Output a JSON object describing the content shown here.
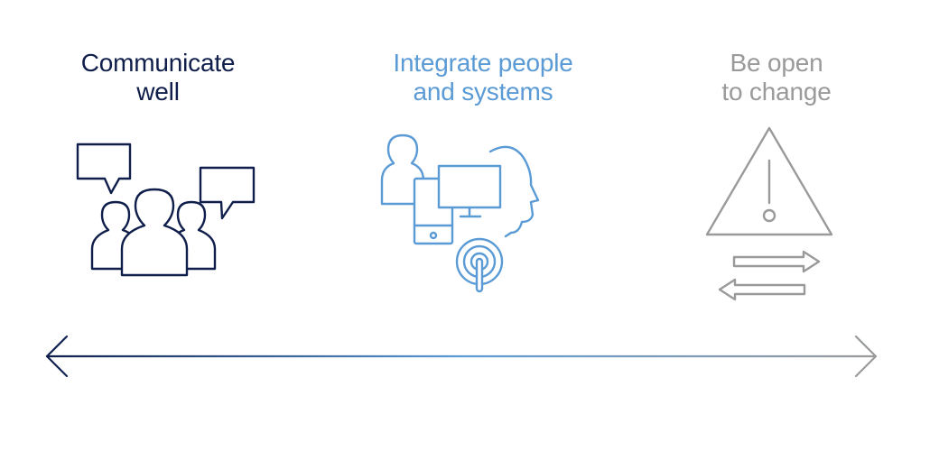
{
  "columns": [
    {
      "lines": [
        "Communicate",
        "well"
      ],
      "icon": "people-speech-icon",
      "color": "#0f1e4b"
    },
    {
      "lines": [
        "Integrate people",
        "and systems"
      ],
      "icon": "person-devices-icon",
      "color": "#5b9bd5"
    },
    {
      "lines": [
        "Be open",
        "to change"
      ],
      "icon": "warning-arrows-icon",
      "color": "#9a9a9a"
    }
  ],
  "arrow": {
    "start_color": "#0f1e4b",
    "mid_color": "#5b9bd5",
    "end_color": "#9a9a9a"
  }
}
